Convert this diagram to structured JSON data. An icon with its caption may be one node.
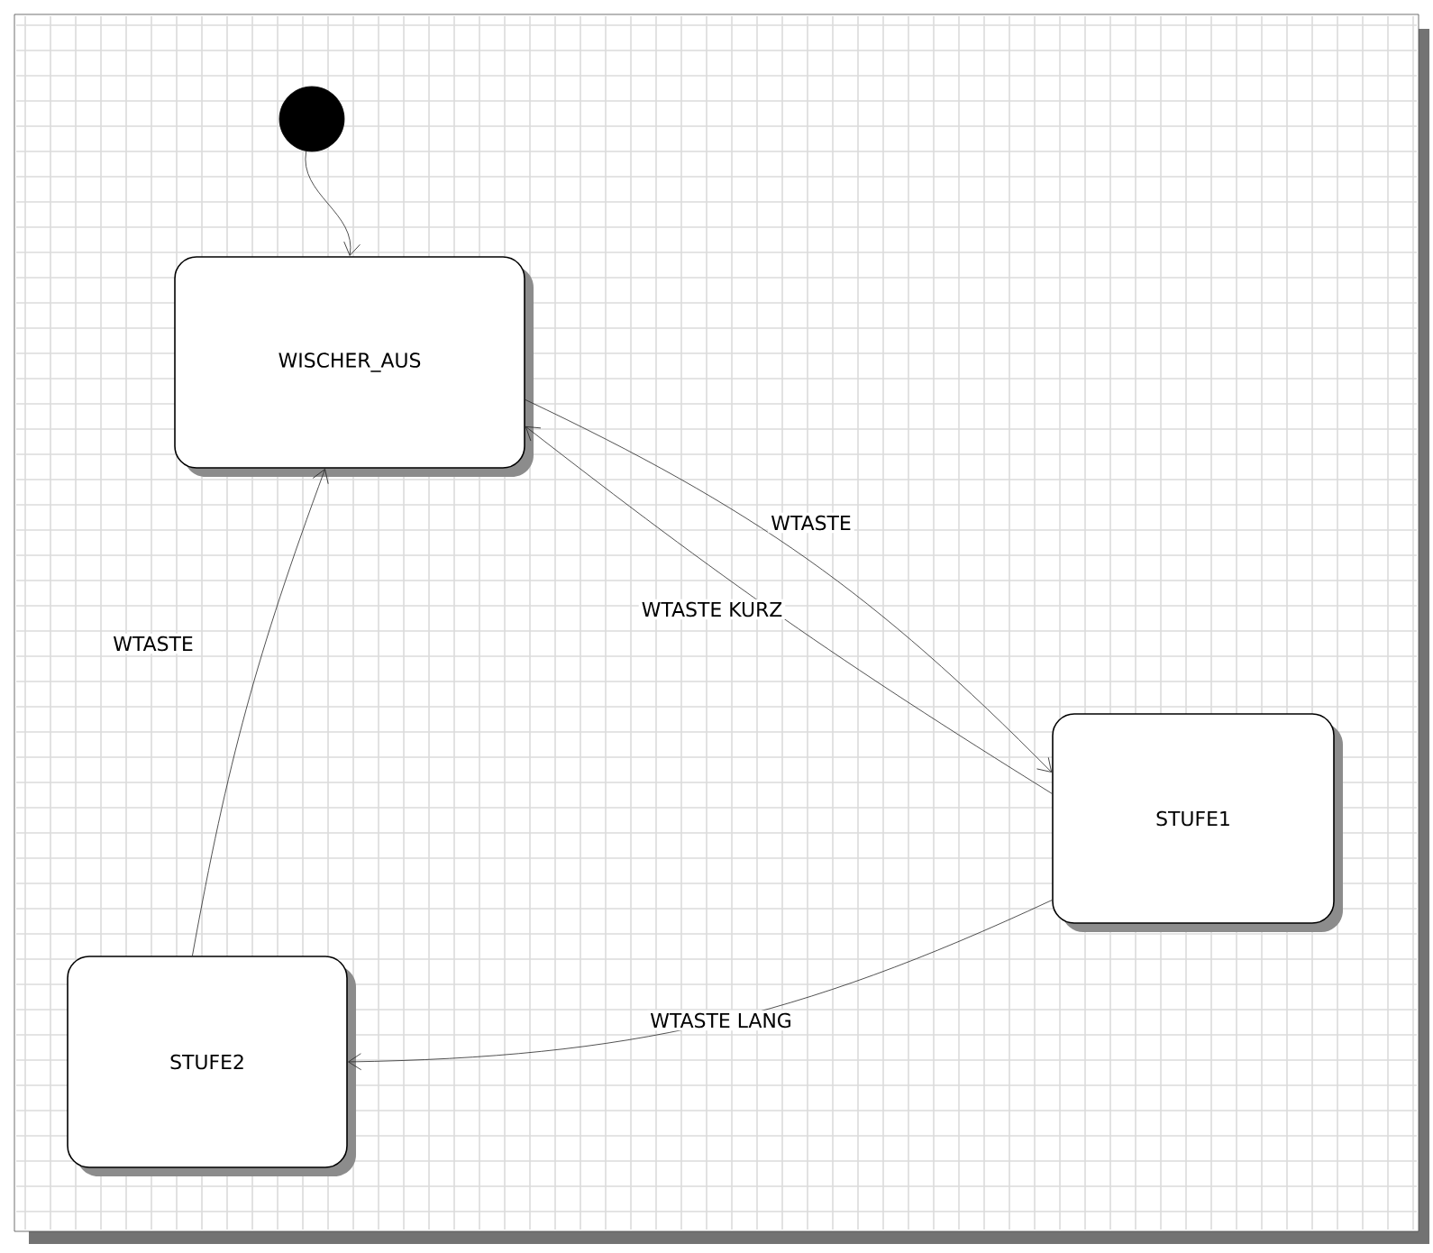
{
  "diagram": {
    "nodes": [
      {
        "text": [],
        "shape": "circle"
      },
      {
        "text": [
          "WISCHER_AUS"
        ]
      },
      {
        "text": [
          "STUFE1"
        ]
      },
      {
        "text": [
          "STUFE2"
        ]
      }
    ],
    "edges": [
      {
        "from": 0,
        "to": 1,
        "arrow": "to"
      },
      {
        "from": 1,
        "to": 2,
        "arrow": "to",
        "label": "WTASTE"
      },
      {
        "from": 2,
        "to": 1,
        "arrow": "to",
        "label": "WTASTE KURZ"
      },
      {
        "from": 3,
        "to": 1,
        "arrow": "to",
        "label": "WTASTE"
      },
      {
        "from": 2,
        "to": 3,
        "arrow": "to",
        "label": "WTASTE LANG"
      }
    ]
  }
}
